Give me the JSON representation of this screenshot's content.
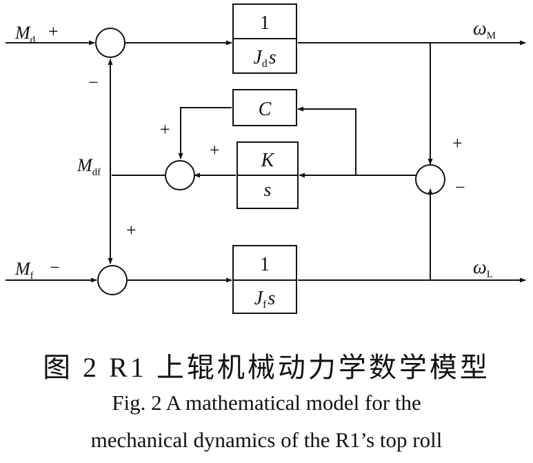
{
  "diagram": {
    "inputs": {
      "md": {
        "sym": "M",
        "sub": "d",
        "sign": "+"
      },
      "mf": {
        "sym": "M",
        "sub": "f",
        "sign": "−"
      },
      "mdf": {
        "sym": "M",
        "sub": "df"
      }
    },
    "outputs": {
      "omega_m": {
        "sym": "ω",
        "sub": "M"
      },
      "omega_l": {
        "sym": "ω",
        "sub": "L"
      }
    },
    "blocks": {
      "motor_inertia": {
        "num": "1",
        "den": "J",
        "den_sub": "d",
        "den_var": "s"
      },
      "load_inertia": {
        "num": "1",
        "den": "J",
        "den_sub": "f",
        "den_var": "s"
      },
      "damping": {
        "label": "C"
      },
      "stiffness": {
        "num": "K",
        "den": "s"
      }
    },
    "signs": {
      "sum_top_minus": "−",
      "sum_bottom_plus": "+",
      "sum_mid_plus_top": "+",
      "sum_mid_plus_right": "+",
      "sum_right_plus": "+",
      "sum_right_minus": "−"
    }
  },
  "caption": {
    "cn": "图 2   R1 上辊机械动力学数学模型",
    "en_line1": "Fig. 2   A mathematical model for the",
    "en_line2": "mechanical dynamics of the R1’s top roll"
  }
}
